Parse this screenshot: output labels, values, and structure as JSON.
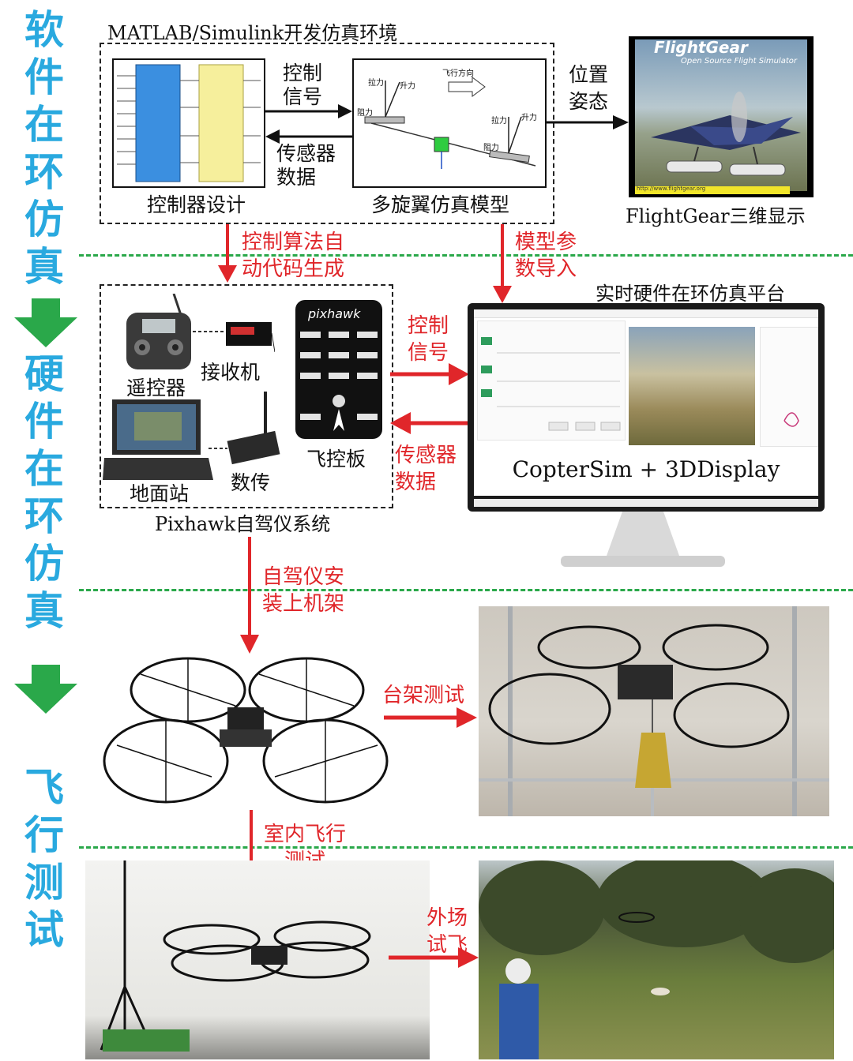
{
  "side_labels": {
    "software": [
      "软",
      "件",
      "在",
      "环",
      "仿",
      "真"
    ],
    "hardware": [
      "硬",
      "件",
      "在",
      "环",
      "仿",
      "真"
    ],
    "flight": [
      "飞",
      "行",
      "测",
      "试"
    ]
  },
  "software_section": {
    "env_title": "MATLAB/Simulink开发仿真环境",
    "controller_caption": "控制器设计",
    "model_caption": "多旋翼仿真模型",
    "control_signal": "控制\n信号",
    "sensor_data": "传感器\n数据",
    "position_attitude": "位置\n姿态",
    "flightgear_caption": "FlightGear三维显示",
    "flightgear_logo": "FlightGear",
    "flightgear_tagline": "Open Source Flight Simulator",
    "flightgear_url": "http://www.flightgear.org",
    "model_labels": {
      "pull1": "拉力",
      "lift1": "升力",
      "direction": "飞行方向",
      "drag1": "阻力",
      "pull2": "拉力",
      "lift2": "升力",
      "drag2": "阻力"
    }
  },
  "hardware_section": {
    "codegen": "控制算法自\n动代码生成",
    "model_import": "模型参\n数导入",
    "platform_title": "实时硬件在环仿真平台",
    "remote": "遥控器",
    "receiver": "接收机",
    "board": "飞控板",
    "ground_station": "地面站",
    "radio": "数传",
    "pixhawk_brand": "pixhawk",
    "pixhawk_system": "Pixhawk自驾仪系统",
    "control_signal": "控制\n信号",
    "sensor_data": "传感器\n数据",
    "monitor_label": "CopterSim + 3DDisplay"
  },
  "flight_section": {
    "mount": "自驾仪安\n装上机架",
    "bench_test": "台架测试",
    "indoor_test": "室内飞行\n测试",
    "outdoor_test": "外场\n试飞"
  },
  "colors": {
    "side_blue": "#29a9df",
    "arrow_red": "#e0262a",
    "green": "#2aa84a"
  }
}
